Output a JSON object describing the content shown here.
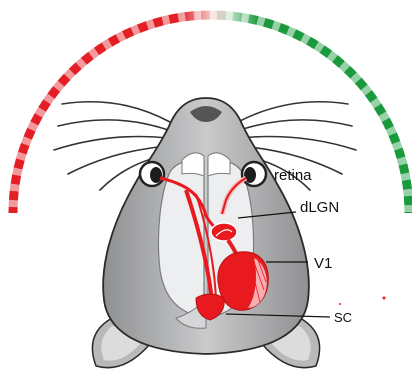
{
  "labels": {
    "retina": "retina",
    "dlgn": "dLGN",
    "v1": "V1",
    "sc": "SC"
  },
  "colors": {
    "arc_nasal": "#e31e24",
    "arc_temporal": "#1a9a3c",
    "pathway": "#e8191f",
    "skin": "#9d9ea0",
    "skin_light": "#d9dadb",
    "brain": "#eceeef",
    "outline": "#2a2a2a"
  }
}
